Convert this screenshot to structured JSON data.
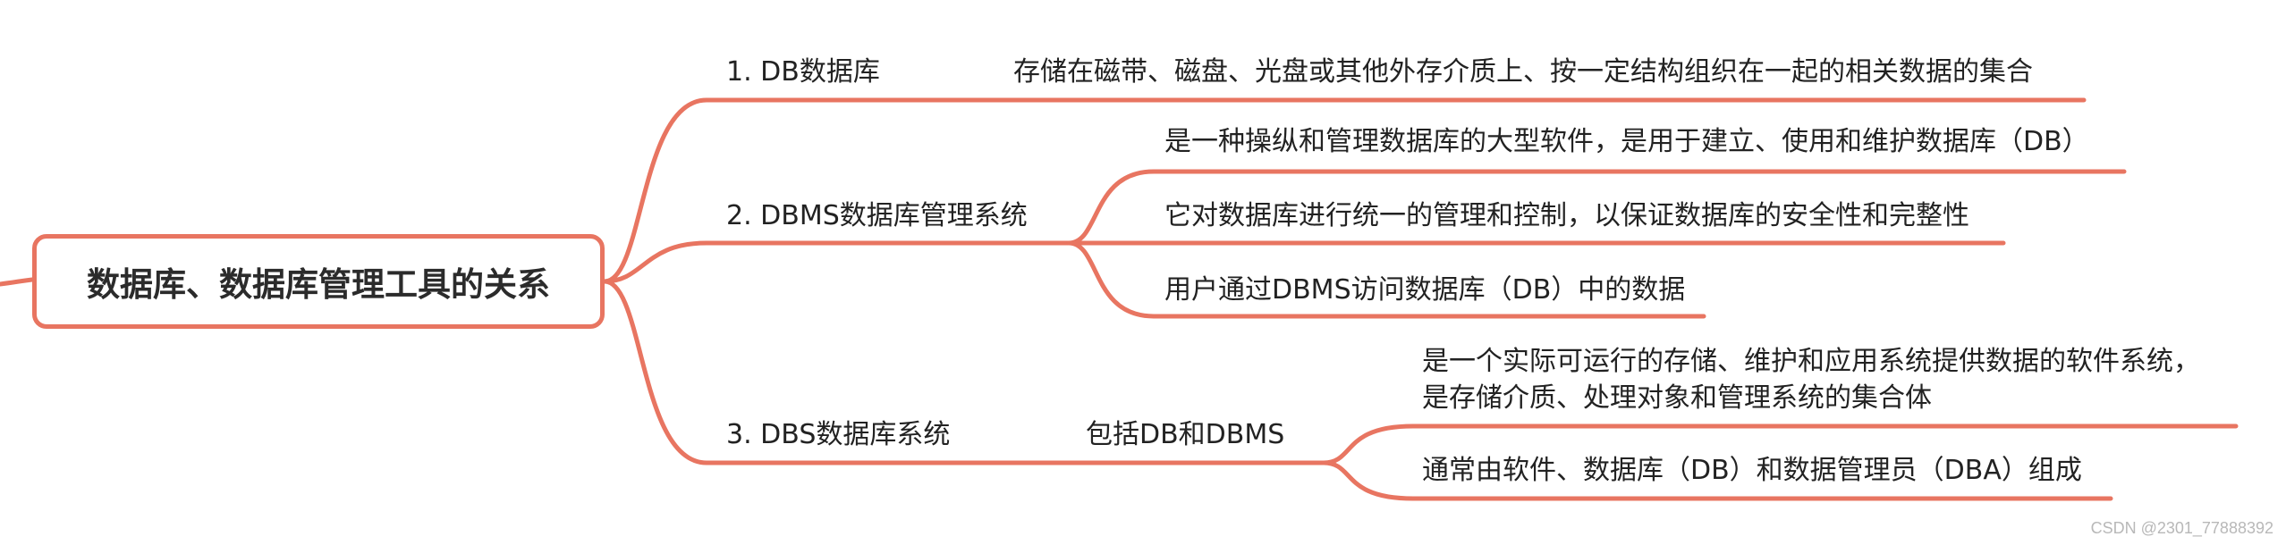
{
  "root": {
    "label": "数据库、数据库管理工具的关系"
  },
  "branches": [
    {
      "label": "1. DB数据库",
      "children": [
        {
          "label": "存储在磁带、磁盘、光盘或其他外存介质上、按一定结构组织在一起的相关数据的集合"
        }
      ]
    },
    {
      "label": "2. DBMS数据库管理系统",
      "children": [
        {
          "label": "是一种操纵和管理数据库的大型软件，是用于建立、使用和维护数据库（DB）"
        },
        {
          "label": "它对数据库进行统一的管理和控制，以保证数据库的安全性和完整性"
        },
        {
          "label": "用户通过DBMS访问数据库（DB）中的数据"
        }
      ]
    },
    {
      "label": "3. DBS数据库系统",
      "children": [
        {
          "label": "包括DB和DBMS",
          "children": [
            {
              "lines": [
                "是一个实际可运行的存储、维护和应用系统提供数据的软件系统，",
                "是存储介质、处理对象和管理系统的集合体"
              ]
            },
            {
              "label": "通常由软件、数据库（DB）和数据管理员（DBA）组成"
            }
          ]
        }
      ]
    }
  ],
  "watermark": "CSDN @2301_77888392",
  "colors": {
    "line": "#e87561",
    "text": "#222222",
    "watermark": "#b8b8b8"
  }
}
